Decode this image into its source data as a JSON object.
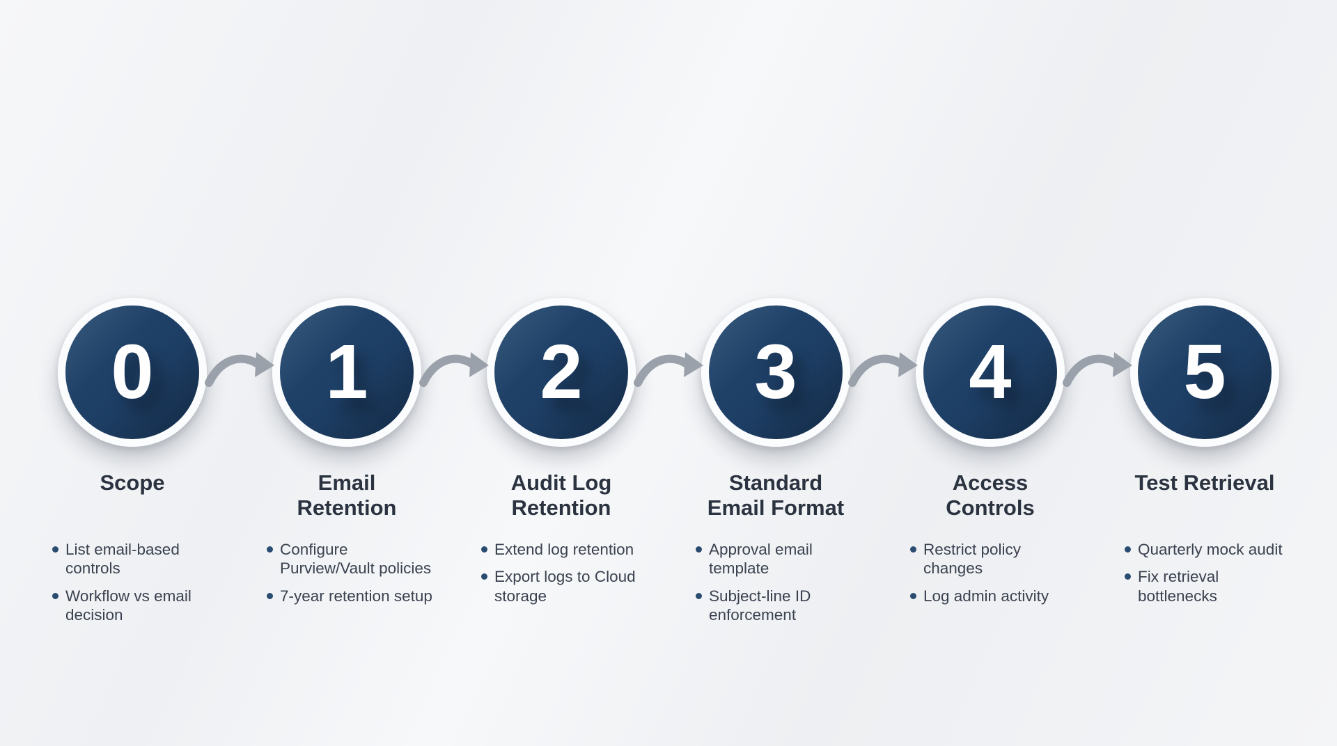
{
  "diagram": {
    "type": "process-timeline",
    "steps": [
      {
        "number": "0",
        "title": "Scope",
        "bullets": [
          "List email-based controls",
          "Workflow vs email decision"
        ]
      },
      {
        "number": "1",
        "title": "Email Retention",
        "bullets": [
          "Configure Purview/Vault policies",
          "7-year retention setup"
        ]
      },
      {
        "number": "2",
        "title": "Audit Log Retention",
        "bullets": [
          "Extend log retention",
          "Export logs to Cloud storage"
        ]
      },
      {
        "number": "3",
        "title": "Standard Email Format",
        "bullets": [
          "Approval email template",
          "Subject-line ID enforcement"
        ]
      },
      {
        "number": "4",
        "title": "Access Controls",
        "bullets": [
          "Restrict policy changes",
          "Log admin activity"
        ]
      },
      {
        "number": "5",
        "title": "Test Retrieval",
        "bullets": [
          "Quarterly mock audit",
          "Fix retrieval bottlenecks"
        ]
      }
    ],
    "colors": {
      "circle_fill": "#1e3f66",
      "circle_ring": "#fbfcfd",
      "number_text": "#ffffff",
      "arrow": "#9aa1ab",
      "title_text": "#2b3340",
      "bullet_text": "#3a424f",
      "bullet_dot": "#2a4c70",
      "background": "#f2f3f6"
    }
  }
}
